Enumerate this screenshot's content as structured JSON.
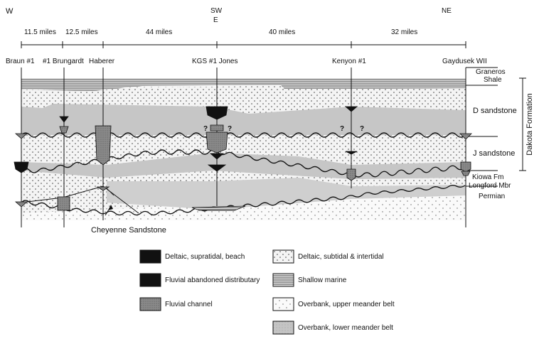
{
  "orientation": {
    "left": "W",
    "center_top": "SW",
    "center_bottom": "E",
    "right": "NE"
  },
  "distances": [
    "11.5 miles",
    "12.5 miles",
    "44 miles",
    "40 miles",
    "32 miles"
  ],
  "wells": [
    "Braun #1",
    "#1 Brungardt",
    "Haberer",
    "KGS #1 Jones",
    "Kenyon #1",
    "Gaydusek WII"
  ],
  "units": {
    "graneros": [
      "Graneros",
      "Shale"
    ],
    "d_sandstone": "D sandstone",
    "j_sandstone": "J sandstone",
    "kiowa": "Kiowa Fm",
    "longford": "Longford Mbr",
    "permian": "Permian",
    "dakota": "Dakota Formation"
  },
  "annotations": {
    "cheyenne": "Cheyenne Sandstone",
    "question": "?"
  },
  "legend": [
    {
      "label": "Deltaic, supratidal, beach",
      "icon": "solid-black-swatch"
    },
    {
      "label": "Fluvial abandoned distributary",
      "icon": "solid-black-swatch"
    },
    {
      "label": "Fluvial channel",
      "icon": "gray-stipple-swatch"
    },
    {
      "label": "Deltaic, subtidal & intertidal",
      "icon": "dotted-swatch"
    },
    {
      "label": "Shallow marine",
      "icon": "horizontal-lines-swatch"
    },
    {
      "label": "Overbank, upper meander belt",
      "icon": "sparse-dots-swatch"
    },
    {
      "label": "Overbank, lower meander belt",
      "icon": "light-gray-swatch"
    }
  ],
  "colors": {
    "shallow_marine": "#7a7a7a",
    "lower_meander": "#c8c8c8",
    "dots": "#555555",
    "black": "#111111",
    "channel_gray": "#8c8c8c"
  }
}
